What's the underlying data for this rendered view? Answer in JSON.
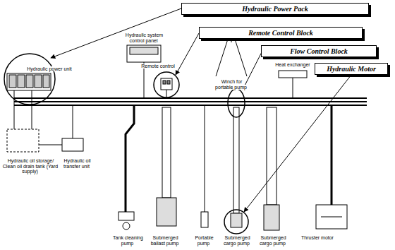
{
  "diagram": {
    "nodes": [
      {
        "text": [
          "Hydraulic Power Pack"
        ]
      },
      {
        "text": [
          "Remote Control Block"
        ]
      },
      {
        "text": [
          "Flow Control Block"
        ]
      },
      {
        "text": [
          "Hydraulic Motor"
        ]
      }
    ],
    "labels": [
      "Hydraulic system control panel",
      "Remote control",
      "Winch for portable pump",
      "Heat exchanger",
      "Hydraulic power unit",
      "Hydraulic oil storage/ Clean oil drain tank (Yard supply)",
      "Hydraulic oil transfer unit",
      "Tank cleaning pump",
      "Submerged ballast pump",
      "Portable pump",
      "Submerged cargo pump",
      "Submerged cargo pump",
      "Thruster motor"
    ]
  }
}
